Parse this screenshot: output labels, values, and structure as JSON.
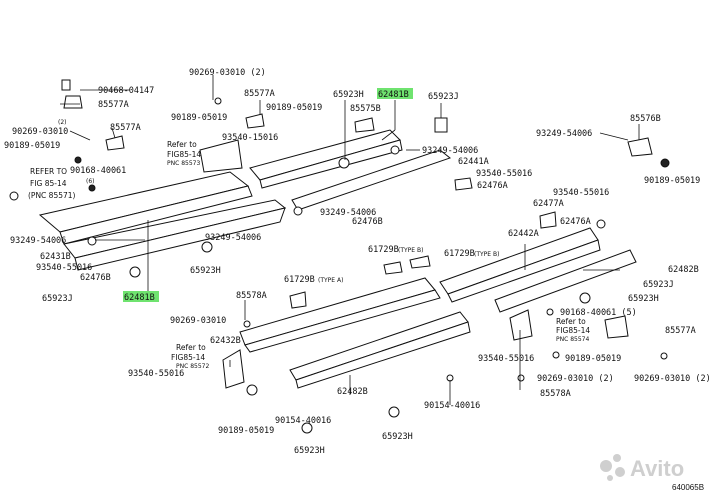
{
  "labels": {
    "l90468": "90468-04147",
    "l85577a_1": "85577A",
    "l90269_tl": "90269-03010",
    "l85577a_2": "85577A",
    "l90189_tl": "90189-05019",
    "refer_tl_1": "REFER TO",
    "refer_tl_2": "FIG 85-14",
    "refer_tl_3": "(PNC 85571)",
    "n2": "(2)",
    "l90168_tl": "90168-40061",
    "n6": "(6)",
    "l93249_l": "93249-54006",
    "l62431b": "62431B",
    "l93540_l": "93540-55016",
    "l62476b_l": "62476B",
    "l65923j_l": "65923J",
    "l62481b_bot": "62481B",
    "l90269_top": "90269-03010 (2)",
    "l85577a_top": "85577A",
    "l90189_top": "90189-05019",
    "refer_m1": "Refer to",
    "refer_m2": "FIG85-14",
    "refer_m3": "PNC 85573",
    "l93540_top": "93540-15016",
    "l65923h_top": "65923H",
    "l62481b_top": "62481B",
    "l90189_mid": "90189-05019",
    "l85575b": "85575B",
    "l65923j_top": "65923J",
    "l93249_mid": "93249-54006",
    "l62441a": "62441A",
    "l93540_mid": "93540-55016",
    "l62476a_1": "62476A",
    "l93249_mid2": "93249-54006",
    "l62476b_mid": "62476B",
    "l93249_low": "93249-54006",
    "l65923h_mid": "65923H",
    "l93249_r": "93249-54006",
    "l85576b": "85576B",
    "l90189_r": "90189-05019",
    "l93540_r": "93540-55016",
    "l62477a": "62477A",
    "l62476a_2": "62476A",
    "l62442a": "62442A",
    "l61729b_1": "61729B",
    "typeb_1": "(TYPE B)",
    "l61729b_2": "61729B",
    "typeb_2": "(TYPE B)",
    "l61729b_3": "61729B",
    "typea": "(TYPE A)",
    "l62482b_r": "62482B",
    "l65923j_r": "65923J",
    "l65923h_r": "65923H",
    "l85578a_top": "85578A",
    "l90269_mid": "90269-03010",
    "l62432b": "62432B",
    "refer_b1": "Refer to",
    "refer_b2": "FIG85-14",
    "refer_b3": "PNC 85572",
    "l93540_b": "93540-55016",
    "l90189_b": "90189-05019",
    "l90154": "90154-40016",
    "l65923h_b": "65923H",
    "l62482b_b": "62482B",
    "l90154_r": "90154-40016",
    "l65923h_b2": "65923H",
    "l90168_r": "90168-40061 (5)",
    "refer_r1": "Refer to",
    "refer_r2": "FIG85-14",
    "refer_r3": "PNC 85574",
    "l93540_r2": "93540-55016",
    "l90189_r2": "90189-05019",
    "l85577a_r": "85577A",
    "l90269_r": "90269-03010 (2)",
    "l90269_b": "90269-03010 (2)",
    "l85578a_b": "85578A",
    "watermark": "Avito",
    "diagram_code": "640065B"
  },
  "colors": {
    "highlight": "#6fe36f",
    "ink": "#111111",
    "watermark": "#cfcfcf"
  }
}
